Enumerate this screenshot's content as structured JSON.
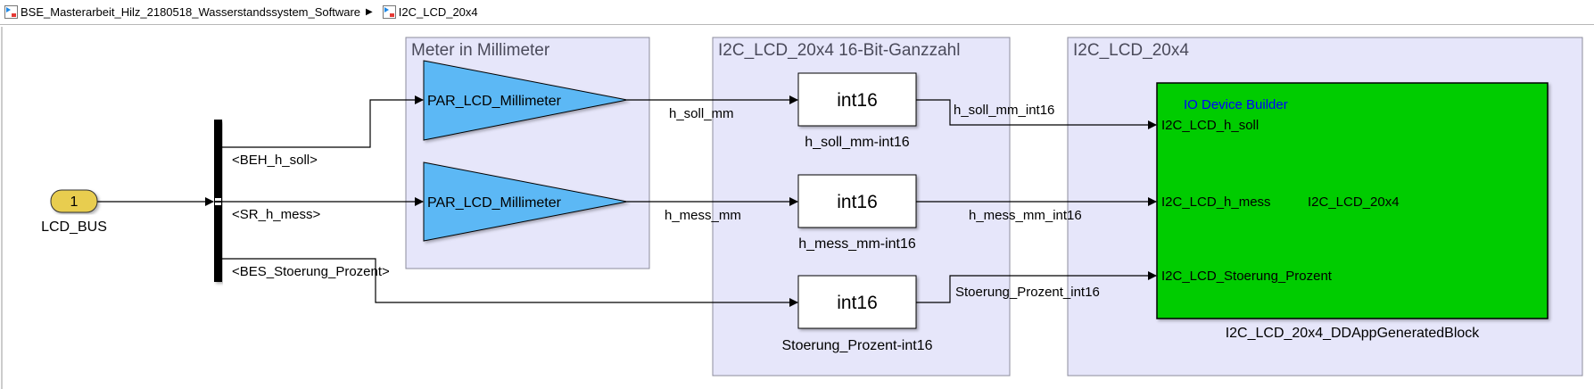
{
  "breadcrumb": {
    "items": [
      {
        "label": "BSE_Masterarbeit_Hilz_2180518_Wasserstandssystem_Software",
        "icon": "model-icon"
      },
      {
        "label": "I2C_LCD_20x4",
        "icon": "subsystem-icon"
      }
    ],
    "separator": "▶"
  },
  "diagram": {
    "inport": {
      "number": "1",
      "label": "LCD_BUS",
      "color": "#e8cd4f"
    },
    "bus_signals": [
      "<BEH_h_soll>",
      "<SR_h_mess>",
      "<BES_Stoerung_Prozent>"
    ],
    "areas": [
      {
        "title": "Meter in Millimeter"
      },
      {
        "title": "I2C_LCD_20x4 16-Bit-Ganzzahl"
      },
      {
        "title": "I2C_LCD_20x4"
      }
    ],
    "gains": [
      {
        "label": "PAR_LCD_Millimeter",
        "output": "h_soll_mm"
      },
      {
        "label": "PAR_LCD_Millimeter",
        "output": "h_mess_mm"
      }
    ],
    "converters": [
      {
        "text": "int16",
        "name": "h_soll_mm-int16",
        "output": "h_soll_mm_int16"
      },
      {
        "text": "int16",
        "name": "h_mess_mm-int16",
        "output": "h_mess_mm_int16"
      },
      {
        "text": "int16",
        "name": "Stoerung_Prozent-int16",
        "output": "Stoerung_Prozent_int16"
      }
    ],
    "device_block": {
      "header": "IO Device Builder",
      "center_label": "I2C_LCD_20x4",
      "ports": [
        "I2C_LCD_h_soll",
        "I2C_LCD_h_mess",
        "I2C_LCD_Stoerung_Prozent"
      ],
      "name": "I2C_LCD_20x4_DDAppGeneratedBlock",
      "color": "#00cc00"
    },
    "colors": {
      "area_fill": "#e6e6fa",
      "gain_fill": "#5bb8f5",
      "header_text": "#0000ff"
    }
  }
}
